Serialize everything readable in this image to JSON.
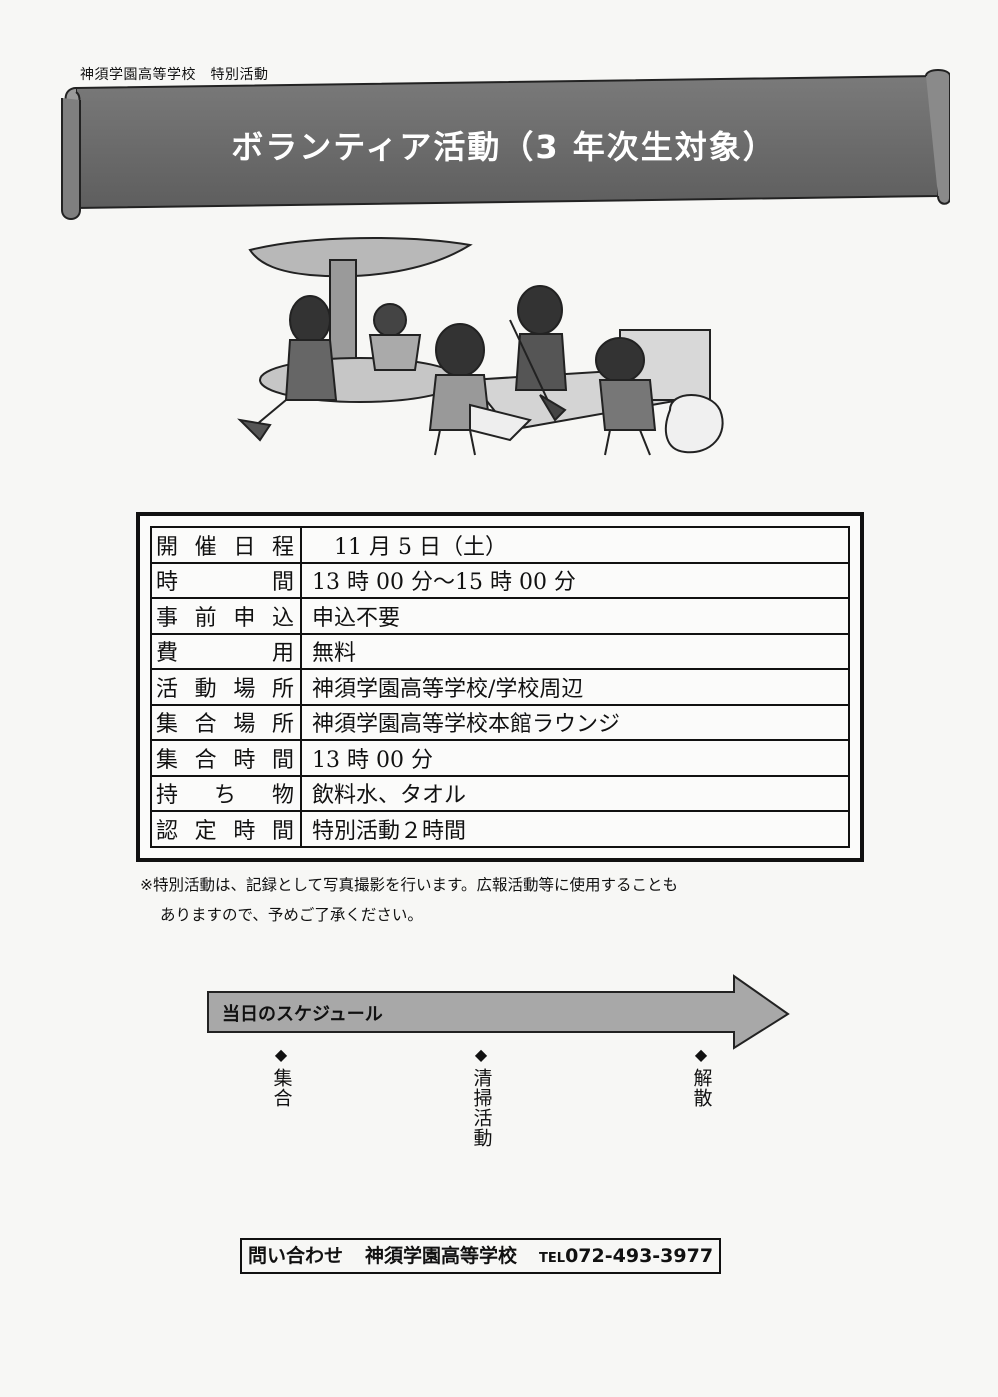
{
  "header": {
    "school_activity": "神須学園高等学校　特別活動",
    "title": "ボランティア活動（3 年次生対象）"
  },
  "event_table": [
    {
      "label": "開催日程",
      "value": "　11 月 5 日（土）"
    },
    {
      "label": "時間",
      "value": "13 時 00 分～15 時 00 分"
    },
    {
      "label": "事前申込",
      "value": "申込不要"
    },
    {
      "label": "費用",
      "value": "無料"
    },
    {
      "label": "活動場所",
      "value": "神須学園高等学校/学校周辺"
    },
    {
      "label": "集合場所",
      "value": "神須学園高等学校本館ラウンジ"
    },
    {
      "label": "集合時間",
      "value": "13 時 00 分"
    },
    {
      "label": "持ち物",
      "value": "飲料水、タオル"
    },
    {
      "label": "認定時間",
      "value": "特別活動２時間"
    }
  ],
  "note": {
    "line1": "※特別活動は、記録として写真撮影を行います。広報活動等に使用することも",
    "line2": "ありますので、予めご了承ください。"
  },
  "schedule": {
    "title": "当日のスケジュール",
    "marker": "◆",
    "steps": [
      "集合",
      "清掃活動",
      "解散"
    ]
  },
  "contact": {
    "label": "問い合わせ",
    "school": "神須学園高等学校",
    "tel_prefix": "TEL",
    "tel": "072-493-3977"
  },
  "colors": {
    "banner_gray": "#6e6e6e",
    "arrow_gray": "#a8a8a8"
  }
}
